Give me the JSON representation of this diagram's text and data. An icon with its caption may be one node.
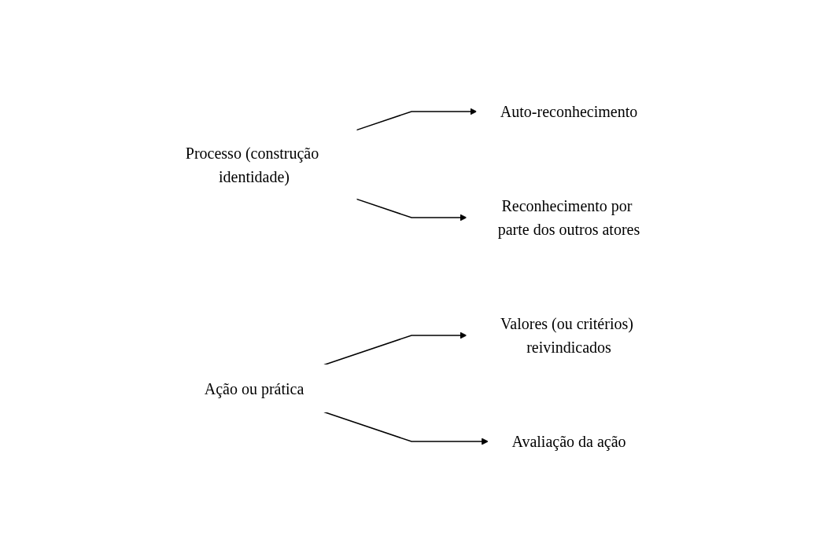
{
  "diagram": {
    "nodes": [
      {
        "text": [
          "Processo (construção identidade)"
        ]
      },
      {
        "text": [
          "Auto-reconhecimento"
        ]
      },
      {
        "text": [
          "Reconhecimento por parte dos outros atores"
        ]
      },
      {
        "text": [
          "Ação ou prática"
        ]
      },
      {
        "text": [
          "Valores (ou critérios) reivindicados"
        ]
      },
      {
        "text": [
          "Avaliação da ação"
        ]
      }
    ],
    "edges": [
      {
        "from": 0,
        "to": 1,
        "arrow": "to"
      },
      {
        "from": 0,
        "to": 2,
        "arrow": "to"
      },
      {
        "from": 3,
        "to": 4,
        "arrow": "to"
      },
      {
        "from": 3,
        "to": 5,
        "arrow": "to"
      }
    ]
  }
}
